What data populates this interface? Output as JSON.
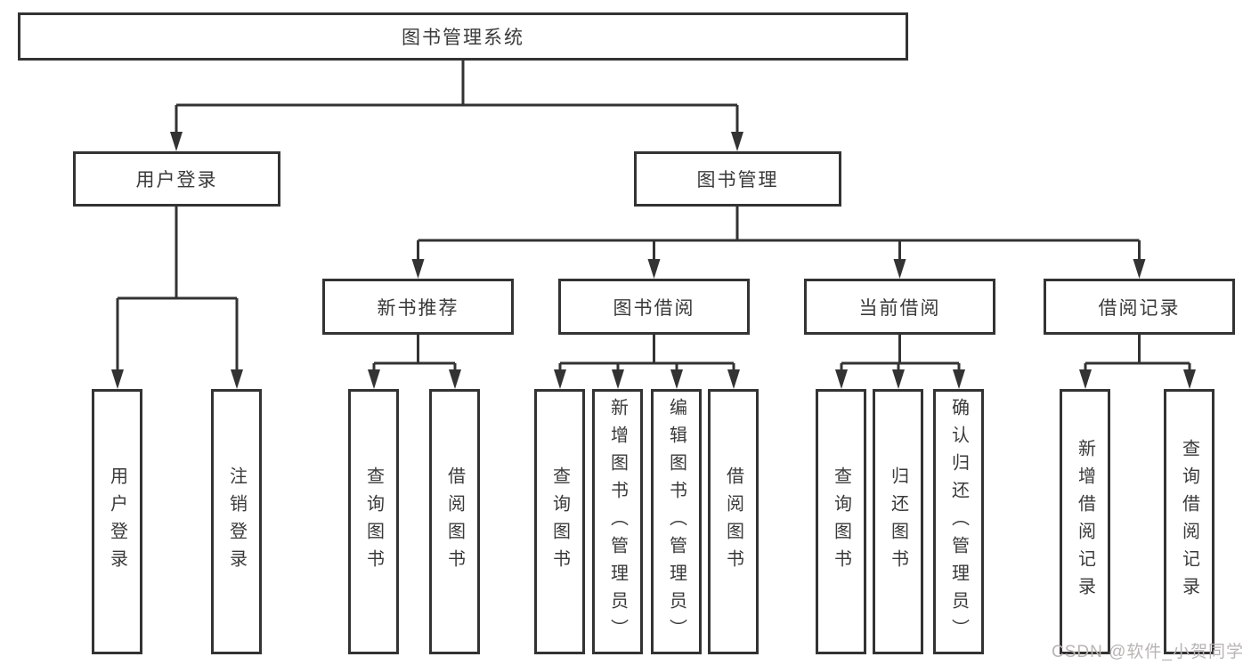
{
  "diagram": {
    "root_label": "图书管理系统",
    "level2": [
      "用户登录",
      "图书管理"
    ],
    "level3": [
      "新书推荐",
      "图书借阅",
      "当前借阅",
      "借阅记录"
    ],
    "leaves": {
      "user_login": [
        "用户登录",
        "注销登录"
      ],
      "new_book_recommend": [
        "查询图书",
        "借阅图书"
      ],
      "book_borrow": [
        "查询图书",
        "新增图书（管理员）",
        "编辑图书（管理员）",
        "借阅图书"
      ],
      "current_borrow": [
        "查询图书",
        "归还图书",
        "确认归还（管理员）"
      ],
      "borrow_records": [
        "新增借阅记录",
        "查询借阅记录"
      ]
    },
    "watermark": "CSDN @软件_小贺同学",
    "colors": {
      "line": "#333333",
      "text": "#3a3a3a",
      "watermark": "#b9b4b4",
      "background": "#ffffff"
    }
  }
}
